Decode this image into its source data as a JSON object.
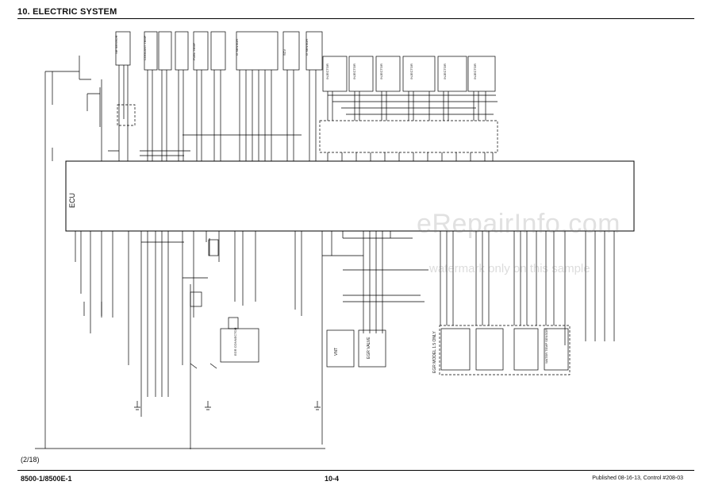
{
  "header": {
    "section_title": "10. ELECTRIC SYSTEM"
  },
  "diagram": {
    "ecu_label": "ECU",
    "injector_label": "INJECTOR",
    "box_labels": {
      "vnt": "VNT",
      "egr_valve": "EGR VALVE",
      "egr_model": "EGR MODEL 1.5 ONLY"
    },
    "watermark_site": "eRepairInfo.com",
    "watermark_note": "watermark only on this sample"
  },
  "footer": {
    "page_index": "(2/18)",
    "model": "8500-1/8500E-1",
    "page_number": "10-4",
    "published": "Published 08-16-13, Control #208-03"
  },
  "colors": {
    "line": "#000000",
    "watermark": "#9a9a9a"
  }
}
